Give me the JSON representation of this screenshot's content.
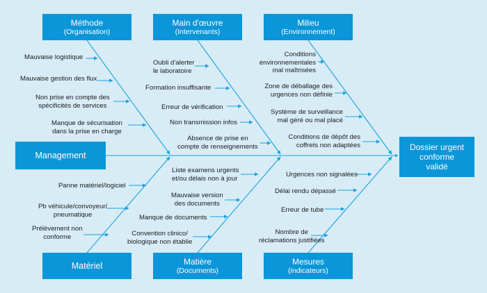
{
  "colors": {
    "background": "#d8ecf6",
    "box": "#0a96d8",
    "line": "#1aa0e0",
    "text": "#1a1a1a"
  },
  "boxes": {
    "methode": {
      "title": "Méthode",
      "subtitle": "(Organisation)"
    },
    "main_oeuvre": {
      "title": "Main d'œuvre",
      "subtitle": "(Intervenants)"
    },
    "milieu": {
      "title": "Milieu",
      "subtitle": "(Environnement)"
    },
    "management": {
      "title": "Management"
    },
    "materiel": {
      "title": "Matériel"
    },
    "matiere": {
      "title": "Matière",
      "subtitle": "(Documents)"
    },
    "mesures": {
      "title": "Mesures",
      "subtitle": "(indicateurs)"
    },
    "effect": {
      "lines": [
        "Dossier urgent",
        "conforme",
        "validé"
      ]
    }
  },
  "causes": {
    "methode": [
      [
        "Mauvaise logistique"
      ],
      [
        "Mauvaise gestion des flux"
      ],
      [
        "Non prise en compte des",
        "spécificités de services"
      ],
      [
        "Manque de sécurisation",
        "dans la prise en charge"
      ]
    ],
    "main_oeuvre": [
      [
        "Oubli d'alerter",
        "le laboratoire"
      ],
      [
        "Formation insuffisante"
      ],
      [
        "Erreur de vérification"
      ],
      [
        "Non transmission infos"
      ],
      [
        "Absence de prise en",
        "compte de renseignements"
      ]
    ],
    "milieu": [
      [
        "Conditions",
        "environnementales",
        "mal maîtrisées"
      ],
      [
        "Zone de déballage des",
        "urgences non définie"
      ],
      [
        "Système de surveillance",
        "mal géré ou mal placé"
      ],
      [
        "Conditions de dépôt des",
        "coffrets non adaptées"
      ]
    ],
    "materiel": [
      [
        "Panne matériel/logiciel"
      ],
      [
        "Pb véhicule/convoyeur/",
        "pneumatique"
      ],
      [
        "Prélèvement non",
        "conforme"
      ]
    ],
    "matiere": [
      [
        "Liste examens urgents",
        "et/ou délais non à jour"
      ],
      [
        "Mauvaise version",
        "des documents"
      ],
      [
        "Manque de documents"
      ],
      [
        "Convention clinico/",
        "biologique non établie"
      ]
    ],
    "mesures": [
      [
        "Urgences non signalées"
      ],
      [
        "Délai rendu dépassé"
      ],
      [
        "Erreur de tube"
      ],
      [
        "Nombre de",
        "réclamations justifiées"
      ]
    ]
  }
}
